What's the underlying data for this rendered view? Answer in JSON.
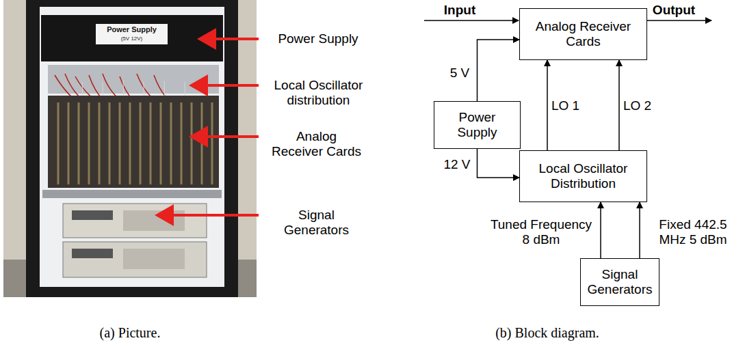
{
  "diagram": {
    "nodes": [
      {
        "text": [
          "Analog Receiver Cards"
        ]
      },
      {
        "text": [
          "Power Supply"
        ]
      },
      {
        "text": [
          "Local Oscillator Distribution"
        ]
      },
      {
        "text": [
          "Signal Generators"
        ]
      }
    ],
    "edges": [
      {
        "from": 1,
        "to": 0,
        "arrow": "to",
        "label": "5 V"
      },
      {
        "from": 1,
        "to": 2,
        "arrow": "to",
        "label": "12 V"
      },
      {
        "from": 2,
        "to": 0,
        "arrow": "to",
        "label": "LO 1"
      },
      {
        "from": 2,
        "to": 0,
        "arrow": "to",
        "label": "LO 2"
      },
      {
        "from": 3,
        "to": 2,
        "arrow": "to",
        "label": "Tuned Frequency 8 dBm"
      },
      {
        "from": 3,
        "to": 2,
        "arrow": "to",
        "label": "Fixed 442.5 MHz 5 dBm"
      }
    ],
    "labels": [
      "Power Supply",
      "(5V 12V)",
      "Power Supply",
      "Local Oscillator distribution",
      "Analog Receiver Cards",
      "Signal Generators",
      "Input",
      "Output",
      "(a) Picture.",
      "(b) Block diagram."
    ]
  }
}
